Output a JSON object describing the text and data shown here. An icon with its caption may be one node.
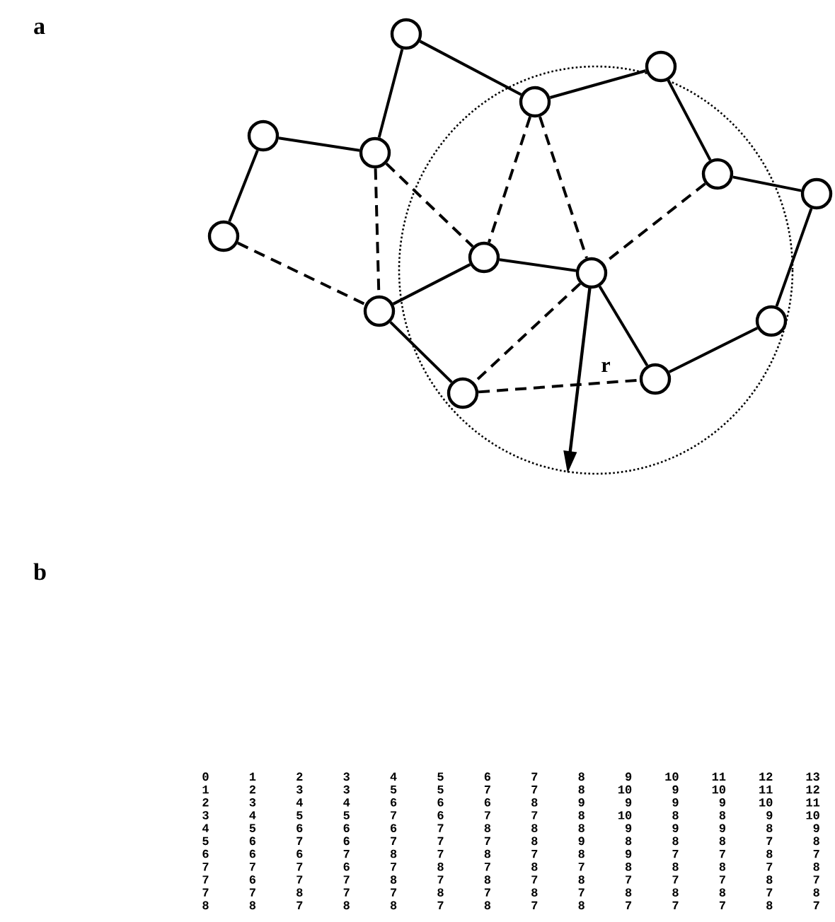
{
  "diagram": {
    "nodes": [
      {
        "text": [],
        "shape": "circle"
      },
      {
        "text": [],
        "shape": "circle"
      },
      {
        "text": [],
        "shape": "circle"
      },
      {
        "text": [],
        "shape": "circle"
      },
      {
        "text": [],
        "shape": "circle"
      },
      {
        "text": [],
        "shape": "circle"
      },
      {
        "text": [],
        "shape": "circle"
      },
      {
        "text": [],
        "shape": "circle"
      },
      {
        "text": [],
        "shape": "circle"
      },
      {
        "text": [],
        "shape": "circle"
      },
      {
        "text": [],
        "shape": "circle"
      },
      {
        "text": [],
        "shape": "circle"
      },
      {
        "text": [],
        "shape": "circle"
      },
      {
        "text": [],
        "shape": "circle"
      }
    ],
    "edges": [
      {
        "from": 0,
        "to": 2,
        "arrow": "none"
      },
      {
        "from": 0,
        "to": 4,
        "arrow": "none"
      },
      {
        "from": 2,
        "to": 1,
        "arrow": "none"
      },
      {
        "from": 1,
        "to": 5,
        "arrow": "none"
      },
      {
        "from": 5,
        "to": 6,
        "arrow": "none"
      },
      {
        "from": 6,
        "to": 11,
        "arrow": "none"
      },
      {
        "from": 11,
        "to": 13,
        "arrow": "none"
      },
      {
        "from": 13,
        "to": 9,
        "arrow": "none"
      },
      {
        "from": 9,
        "to": 8,
        "arrow": "none"
      },
      {
        "from": 8,
        "to": 10,
        "arrow": "none"
      },
      {
        "from": 10,
        "to": 12,
        "arrow": "none"
      },
      {
        "from": 3,
        "to": 4,
        "arrow": "none"
      },
      {
        "from": 3,
        "to": 7,
        "arrow": "none"
      },
      {
        "from": 7,
        "to": 10,
        "arrow": "none",
        "style": "dashed"
      },
      {
        "from": 4,
        "to": 10,
        "arrow": "none",
        "style": "dashed"
      },
      {
        "from": 4,
        "to": 8,
        "arrow": "none",
        "style": "dashed"
      },
      {
        "from": 2,
        "to": 8,
        "arrow": "none",
        "style": "dashed"
      },
      {
        "from": 2,
        "to": 9,
        "arrow": "none",
        "style": "dashed"
      },
      {
        "from": 5,
        "to": 9,
        "arrow": "none",
        "style": "dashed"
      },
      {
        "from": 9,
        "to": 12,
        "arrow": "none",
        "style": "dashed"
      },
      {
        "from": 12,
        "to": 13,
        "arrow": "none",
        "style": "dashed"
      }
    ],
    "labels": [
      "a",
      "r",
      "b",
      "0",
      "1",
      "2",
      "3",
      "4",
      "5",
      "6",
      "7",
      "8",
      "9",
      "10",
      "11",
      "12",
      "13",
      "1",
      "2",
      "3",
      "3",
      "5",
      "5",
      "7",
      "7",
      "8",
      "10",
      "9",
      "10",
      "11",
      "12",
      "2",
      "3",
      "4",
      "4",
      "6",
      "6",
      "6",
      "8",
      "9",
      "9",
      "9",
      "9",
      "10",
      "11",
      "3",
      "4",
      "5",
      "5",
      "7",
      "6",
      "7",
      "7",
      "8",
      "10",
      "8",
      "8",
      "9",
      "10",
      "4",
      "5",
      "6",
      "6",
      "6",
      "7",
      "8",
      "8",
      "8",
      "9",
      "9",
      "9",
      "8",
      "9",
      "5",
      "6",
      "7",
      "6",
      "7",
      "7",
      "7",
      "8",
      "9",
      "8",
      "8",
      "8",
      "7",
      "8",
      "6",
      "6",
      "6",
      "7",
      "8",
      "7",
      "8",
      "7",
      "8",
      "9",
      "7",
      "7",
      "8",
      "7",
      "7",
      "7",
      "7",
      "6",
      "7",
      "8",
      "7",
      "8",
      "7",
      "8",
      "8",
      "8",
      "7",
      "8",
      "7",
      "6",
      "7",
      "7",
      "8",
      "7",
      "8",
      "7",
      "8",
      "7",
      "7",
      "7",
      "8",
      "7",
      "7",
      "7",
      "8",
      "7",
      "7",
      "8",
      "7",
      "8",
      "7",
      "8",
      "8",
      "8",
      "7",
      "8",
      "8",
      "8",
      "7",
      "8",
      "8",
      "7",
      "8",
      "7",
      "8",
      "7",
      "7",
      "7",
      "8",
      "7"
    ]
  }
}
